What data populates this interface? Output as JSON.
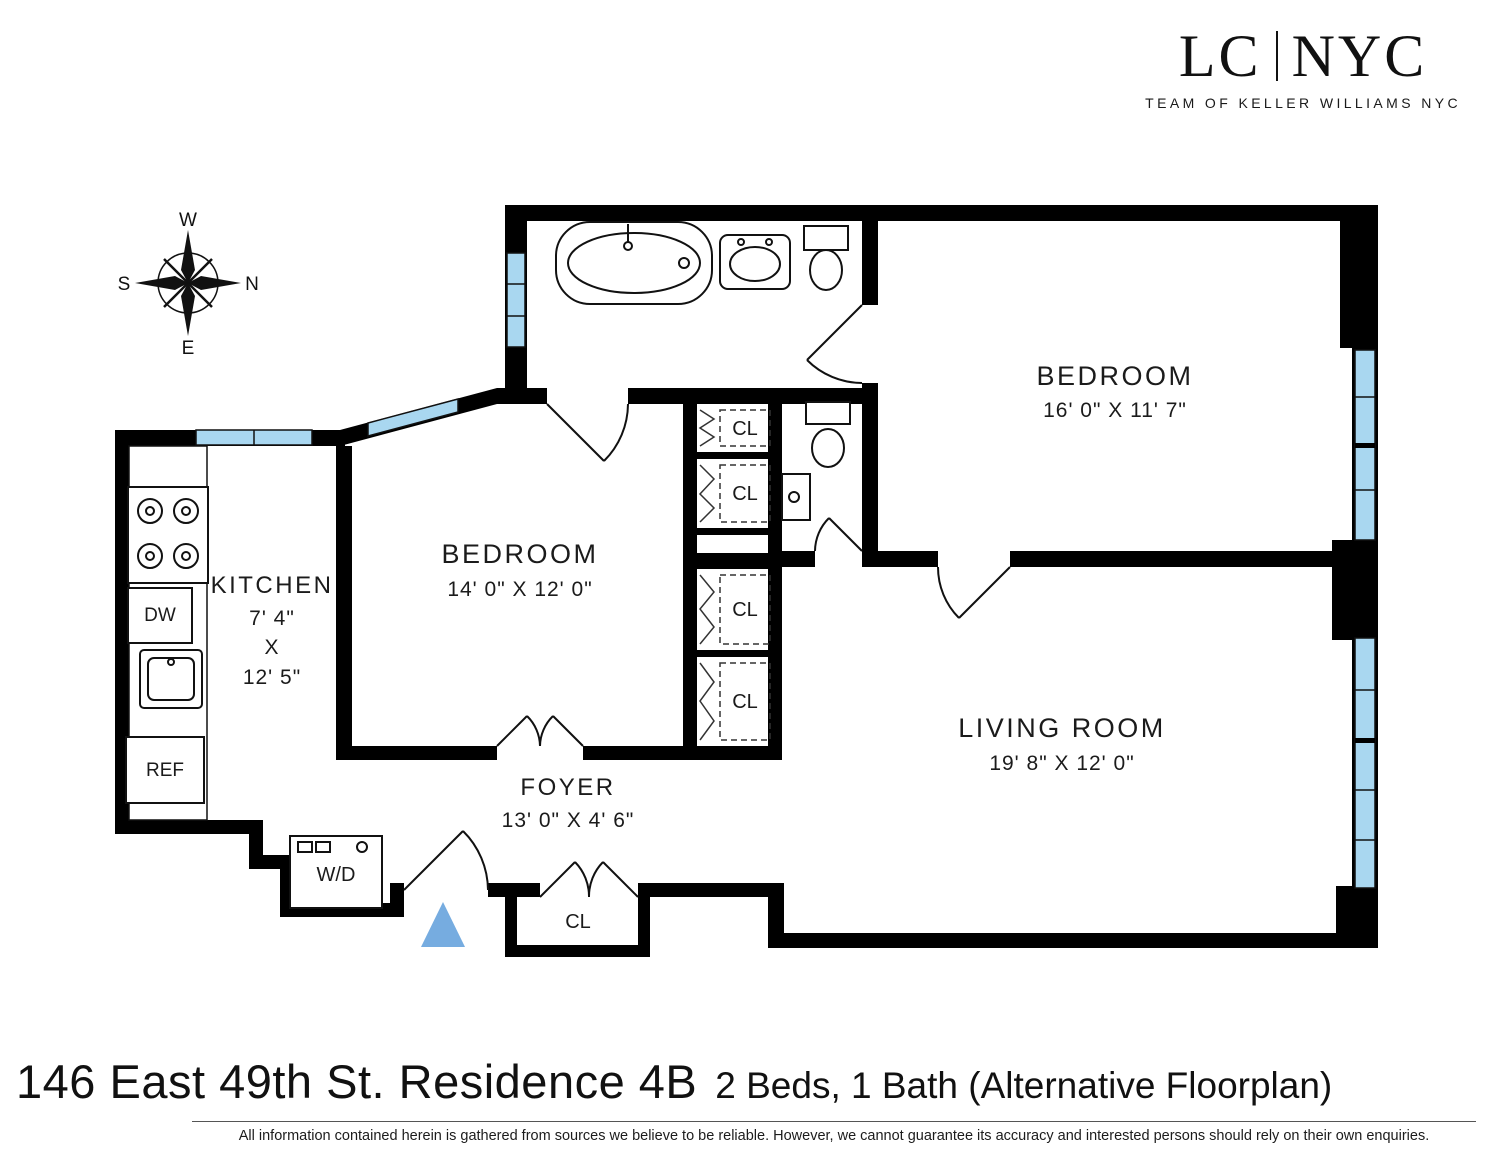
{
  "logo": {
    "brand_left": "LC",
    "brand_right": "NYC",
    "tagline": "TEAM OF KELLER WILLIAMS NYC"
  },
  "compass": {
    "north": "N",
    "south": "S",
    "east": "E",
    "west": "W"
  },
  "floorplan": {
    "bedroom1": {
      "name": "BEDROOM",
      "dims": "16' 0\" X 11' 7\""
    },
    "bedroom2": {
      "name": "BEDROOM",
      "dims": "14' 0\" X 12' 0\""
    },
    "living_room": {
      "name": "LIVING ROOM",
      "dims": "19' 8\" X 12' 0\""
    },
    "kitchen": {
      "name": "KITCHEN",
      "width": "7' 4\"",
      "by": "X",
      "depth": "12' 5\""
    },
    "foyer": {
      "name": "FOYER",
      "dims": "13' 0\" X 4' 6\""
    },
    "closet": "CL",
    "washer_dryer": "W/D",
    "dishwasher": "DW",
    "refrigerator": "REF"
  },
  "footer": {
    "title": "146 East 49th St. Residence 4B",
    "subtitle": "2 Beds, 1 Bath (Alternative Floorplan)",
    "disclaimer": "All information contained herein is gathered from sources we believe to be reliable. However, we cannot guarantee its accuracy and interested persons should rely on their own enquiries."
  },
  "colors": {
    "wall": "#000000",
    "window_glass": "#a9d7f0",
    "entry_marker": "#76ace0"
  }
}
